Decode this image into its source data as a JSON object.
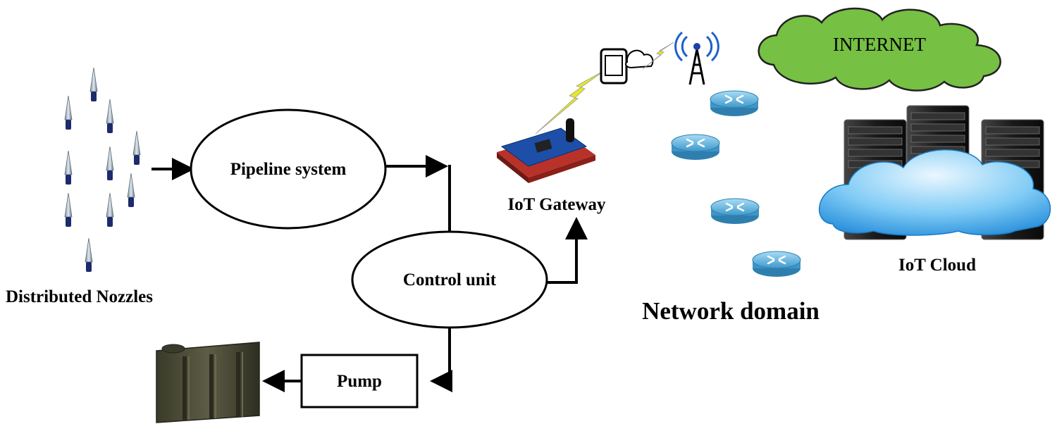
{
  "diagram": {
    "nodes": {
      "nozzles": "Distributed Nozzles",
      "pipeline": "Pipeline system",
      "control": "Control unit",
      "pump": "Pump",
      "gateway": "IoT Gateway",
      "internet": "INTERNET",
      "cloud": "IoT Cloud",
      "network": "Network domain"
    },
    "icons": {
      "nozzle": "nozzle-icon",
      "tank": "water-tank-icon",
      "gateway_board": "circuit-board-icon",
      "phone": "smartphone-icon",
      "tower": "antenna-tower-icon",
      "router": "router-icon",
      "server": "server-rack-icon",
      "cloud": "cloud-icon",
      "lightning": "wireless-link-icon"
    },
    "colors": {
      "internet_cloud": "#76c043",
      "router": "#5ab0df",
      "iot_cloud": "#3aa6e8",
      "server": "#1c1c1c",
      "nozzle_tip": "#a8b8c4",
      "nozzle_base": "#1d2a6b",
      "tank": "#4a4a36",
      "lightning": "#e8e820"
    }
  }
}
